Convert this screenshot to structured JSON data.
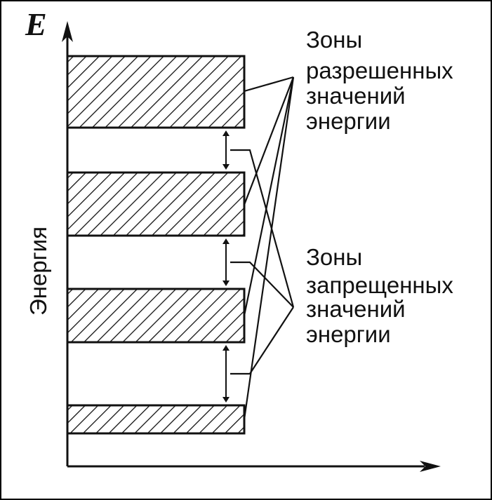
{
  "axis": {
    "e_label": "E",
    "vertical_label": "Энергия"
  },
  "labels": {
    "allowed": [
      "Зоны",
      "разрешенных",
      "значений",
      "энергии"
    ],
    "forbidden": [
      "Зоны",
      "запрещенных",
      "значений",
      "энергии"
    ]
  },
  "colors": {
    "line": "#111111",
    "background": "#ffffff"
  }
}
